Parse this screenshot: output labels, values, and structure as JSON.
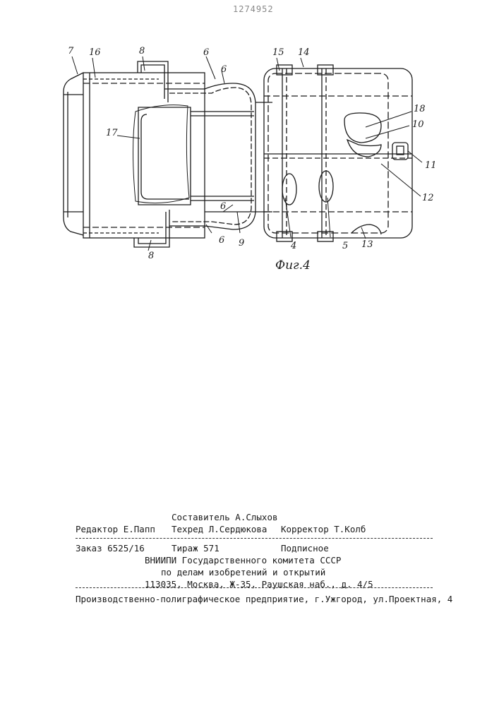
{
  "page_number": "1274952",
  "figure": {
    "caption": "Фиг.4",
    "labels": {
      "l7": "7",
      "l16": "16",
      "l8_top": "8",
      "l6_a": "6",
      "l6_b": "6",
      "l15": "15",
      "l14": "14",
      "l18": "18",
      "l10": "10",
      "l17": "17",
      "l11": "11",
      "l12": "12",
      "l6_c": "6",
      "l6_d": "6",
      "l9": "9",
      "l4": "4",
      "l5": "5",
      "l13": "13",
      "l8_bot": "8"
    }
  },
  "imprint": {
    "compiler": "Составитель А.Слыхов",
    "editor": "Редактор Е.Папп",
    "techred": "Техред Л.Сердюкова",
    "corrector": "Корректор Т.Колб",
    "order": "Заказ 6525/16",
    "circulation": "Тираж 571",
    "subscription": "Подписное",
    "org_line1": "ВНИИПИ Государственного комитета СССР",
    "org_line2": "по делам изобретений и открытий",
    "address": "113035, Москва, Ж-35, Раушская наб., д. 4/5",
    "printer": "Производственно-полиграфическое предприятие, г.Ужгород, ул.Проектная, 4"
  }
}
